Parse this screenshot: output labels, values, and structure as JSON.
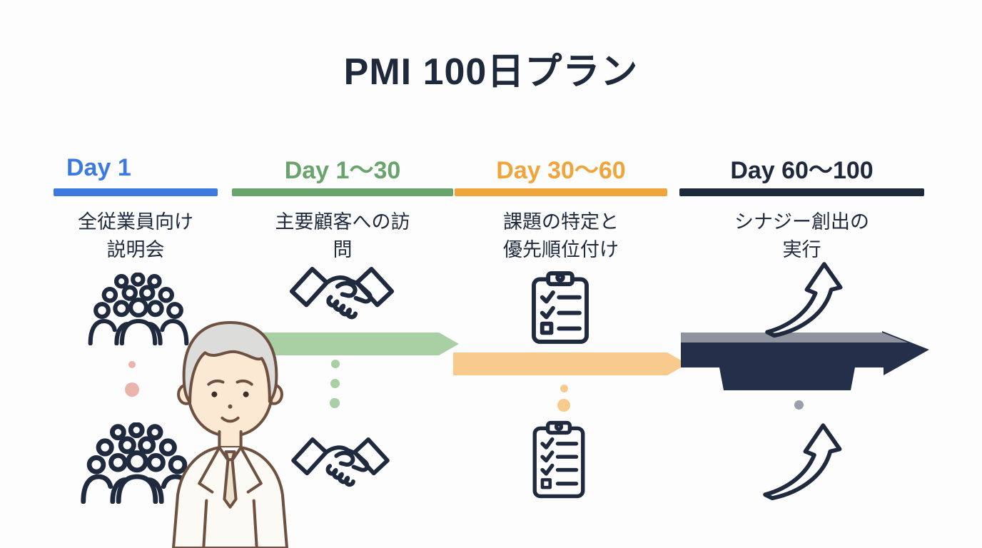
{
  "title": "PMI 100日プラン",
  "text_color": "#1f2a3e",
  "columns": [
    {
      "id": "day1",
      "header": "Day 1",
      "description": "全従業員向け\n説明会",
      "accent_color": "#3d7adf",
      "dot_color": "#eab3ab",
      "icon": "crowd-icon"
    },
    {
      "id": "day1-30",
      "header": "Day 1〜30",
      "description": "主要顧客への訪\n問",
      "accent_color": "#68a46b",
      "arrow_color": "#a9cfa5",
      "dot_color": "#a9cfa5",
      "icon": "handshake-icon"
    },
    {
      "id": "day30-60",
      "header": "Day 30〜60",
      "description": "課題の特定と\n優先順位付け",
      "accent_color": "#efa53b",
      "arrow_color": "#f8ca8e",
      "dot_color": "#f8ca8e",
      "icon": "checklist-icon"
    },
    {
      "id": "day60-100",
      "header": "Day 60〜100",
      "description": "シナジー創出の\n実行",
      "accent_color": "#1e293c",
      "arrow_body_color": "#243049",
      "arrow_facet_color": "#8e939e",
      "dot_color": "#9aa0a8",
      "icon": "growth-arrow-icon"
    }
  ],
  "illustration": {
    "name": "businessman",
    "skin_color": "#fbe9d3",
    "hair_color": "#dcdcda",
    "suit_color": "#fcfaf4",
    "outline_color": "#6e5140"
  },
  "icon_stroke_color": "#1f2a3e"
}
